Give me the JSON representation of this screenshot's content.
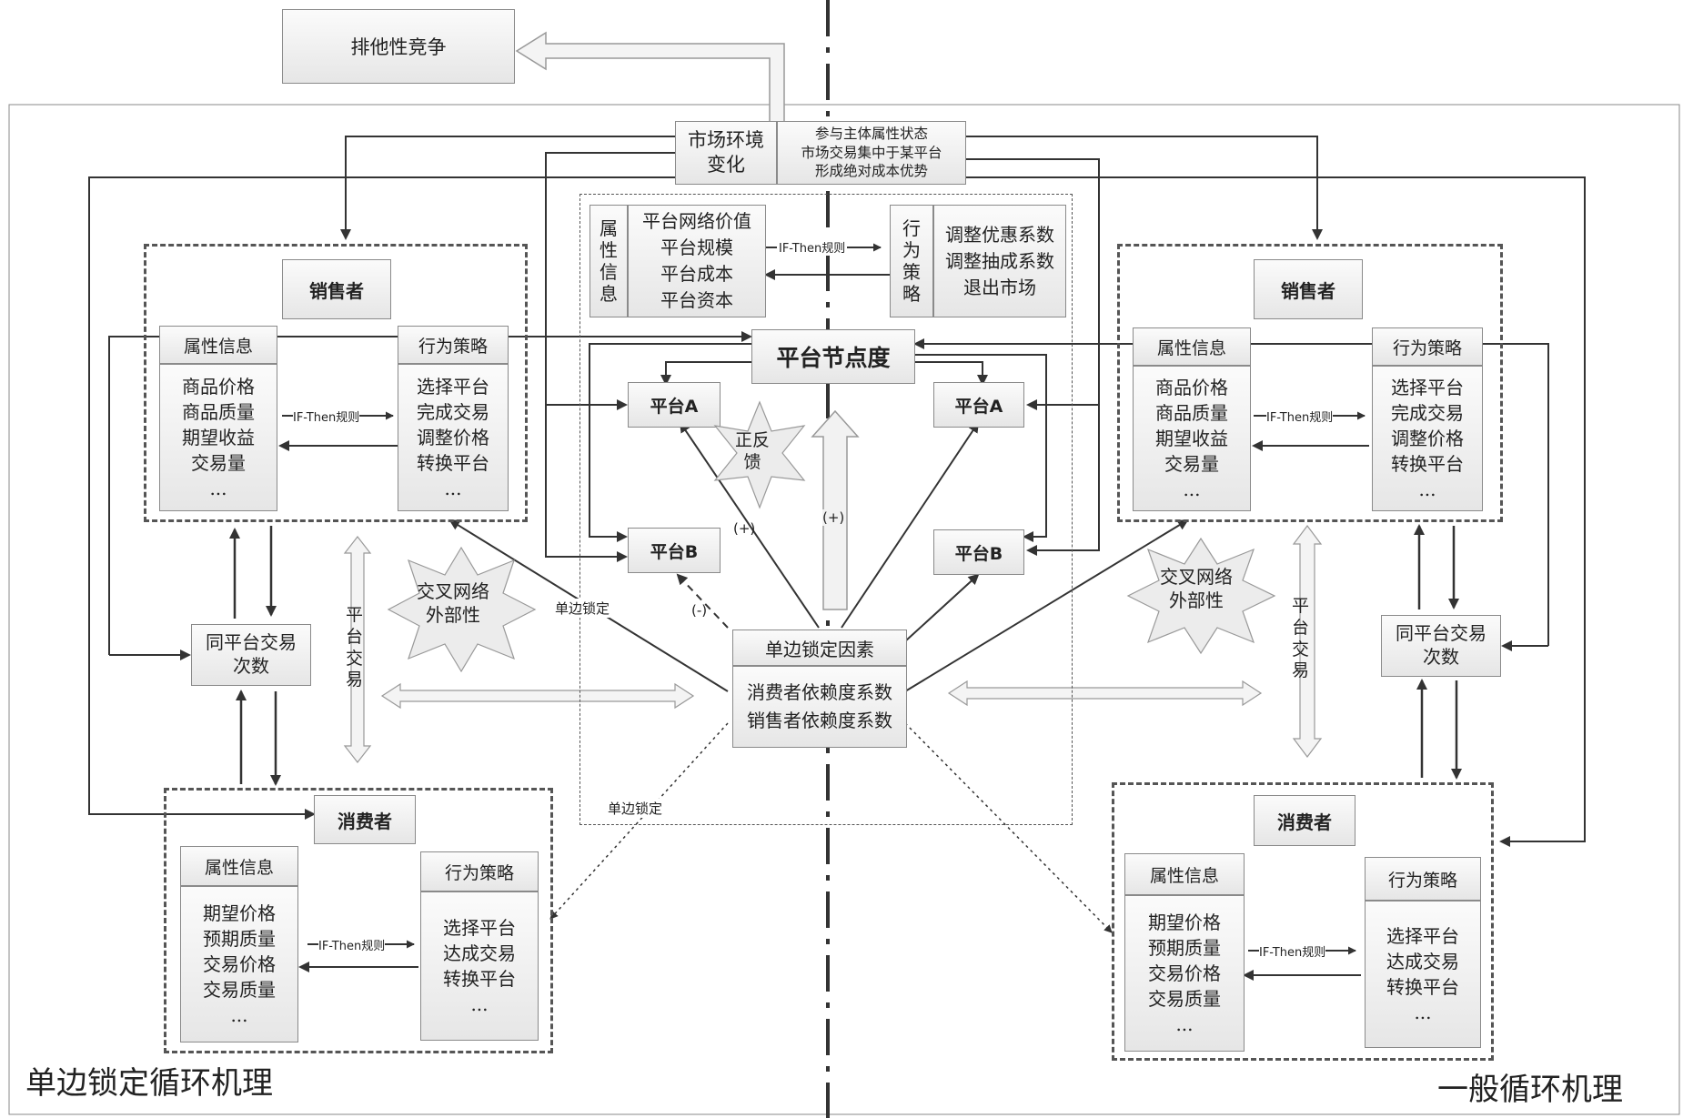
{
  "top": {
    "exclusive": "排他性竞争"
  },
  "env": {
    "title_line1": "市场环境",
    "title_line2": "变化",
    "conditions": [
      "参与主体属性状态",
      "市场交易集中于某平台",
      "形成绝对成本优势"
    ]
  },
  "platform_panel": {
    "attr_label": [
      "属",
      "性",
      "信",
      "息"
    ],
    "attrs": [
      "平台网络价值",
      "平台规模",
      "平台成本",
      "平台资本"
    ],
    "rule": "IF-Then规则",
    "strategy_label": [
      "行",
      "为",
      "策",
      "略"
    ],
    "strategies": [
      "调整优惠系数",
      "调整抽成系数",
      "退出市场"
    ]
  },
  "node_degree": "平台节点度",
  "platforms": {
    "a": "平台A",
    "b": "平台B"
  },
  "feedback": [
    "正反",
    "馈"
  ],
  "plus": "(+)",
  "minus": "(-)",
  "lock_factor": {
    "title": "单边锁定因素",
    "items": [
      "消费者依赖度系数",
      "销售者依赖度系数"
    ]
  },
  "lock_label": "单边锁定",
  "cross": [
    "交叉网络",
    "外部性"
  ],
  "platform_trade": [
    "平",
    "台",
    "交",
    "易"
  ],
  "same_trade": [
    "同平台交易",
    "次数"
  ],
  "left_seller": {
    "title": "销售者",
    "attr_title": "属性信息",
    "attrs": [
      "商品价格",
      "商品质量",
      "期望收益",
      "交易量",
      "..."
    ],
    "rule": "IF-Then规则",
    "strategy_title": "行为策略",
    "strategies": [
      "选择平台",
      "完成交易",
      "调整价格",
      "转换平台",
      "..."
    ]
  },
  "left_consumer": {
    "title": "消费者",
    "attr_title": "属性信息",
    "attrs": [
      "期望价格",
      "预期质量",
      "交易价格",
      "交易质量",
      "..."
    ],
    "rule": "IF-Then规则",
    "strategy_title": "行为策略",
    "strategies": [
      "选择平台",
      "达成交易",
      "转换平台",
      "..."
    ]
  },
  "right_seller": {
    "title": "销售者",
    "attr_title": "属性信息",
    "attrs": [
      "商品价格",
      "商品质量",
      "期望收益",
      "交易量",
      "..."
    ],
    "rule": "IF-Then规则",
    "strategy_title": "行为策略",
    "strategies": [
      "选择平台",
      "完成交易",
      "调整价格",
      "转换平台",
      "..."
    ]
  },
  "right_consumer": {
    "title": "消费者",
    "attr_title": "属性信息",
    "attrs": [
      "期望价格",
      "预期质量",
      "交易价格",
      "交易质量",
      "..."
    ],
    "rule": "IF-Then规则",
    "strategy_title": "行为策略",
    "strategies": [
      "选择平台",
      "达成交易",
      "转换平台",
      "..."
    ]
  },
  "footer": {
    "left": "单边锁定循环机理",
    "right": "一般循环机理"
  }
}
